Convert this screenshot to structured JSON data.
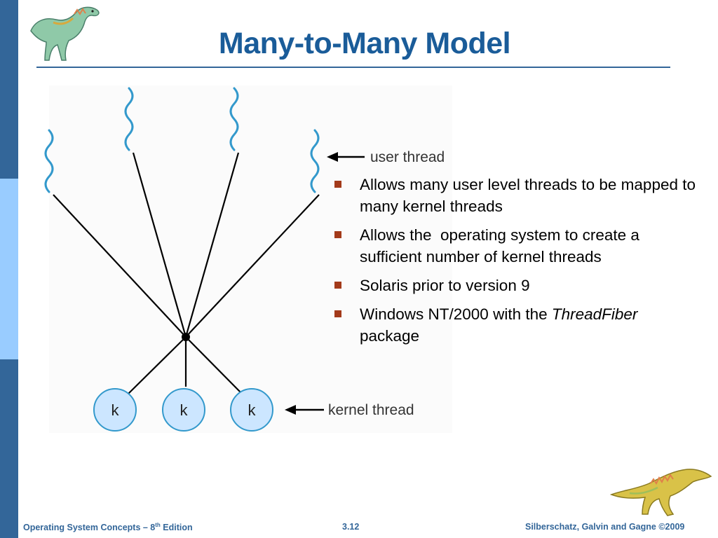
{
  "slide": {
    "title": "Many-to-Many Model"
  },
  "diagram": {
    "user_thread_label": "user thread",
    "kernel_thread_label": "kernel thread",
    "kernel_node_letter": "k"
  },
  "bullets": [
    {
      "text": "Allows many user level threads to be mapped to many kernel threads"
    },
    {
      "text": "Allows the  operating system to create a sufficient number of kernel threads"
    },
    {
      "text": "Solaris prior to version 9"
    },
    {
      "text_before": "Windows NT/2000 with the ",
      "text_italic": "ThreadFiber",
      "text_after": " package"
    }
  ],
  "footer": {
    "left_main": "Operating System Concepts – 8",
    "left_sup": "th",
    "left_tail": " Edition",
    "center": "3.12",
    "right": "Silberschatz, Galvin and Gagne ©2009"
  },
  "colors": {
    "sidebar": "#336699",
    "sidebar_light": "#99ccff",
    "title": "#1a5c99",
    "bullet_marker": "#a33a1a",
    "wavy_thread": "#3399cc",
    "kernel_circle_fill": "#cce6ff"
  },
  "icons": [
    "dinosaur-logo-top",
    "dinosaur-logo-bottom"
  ]
}
